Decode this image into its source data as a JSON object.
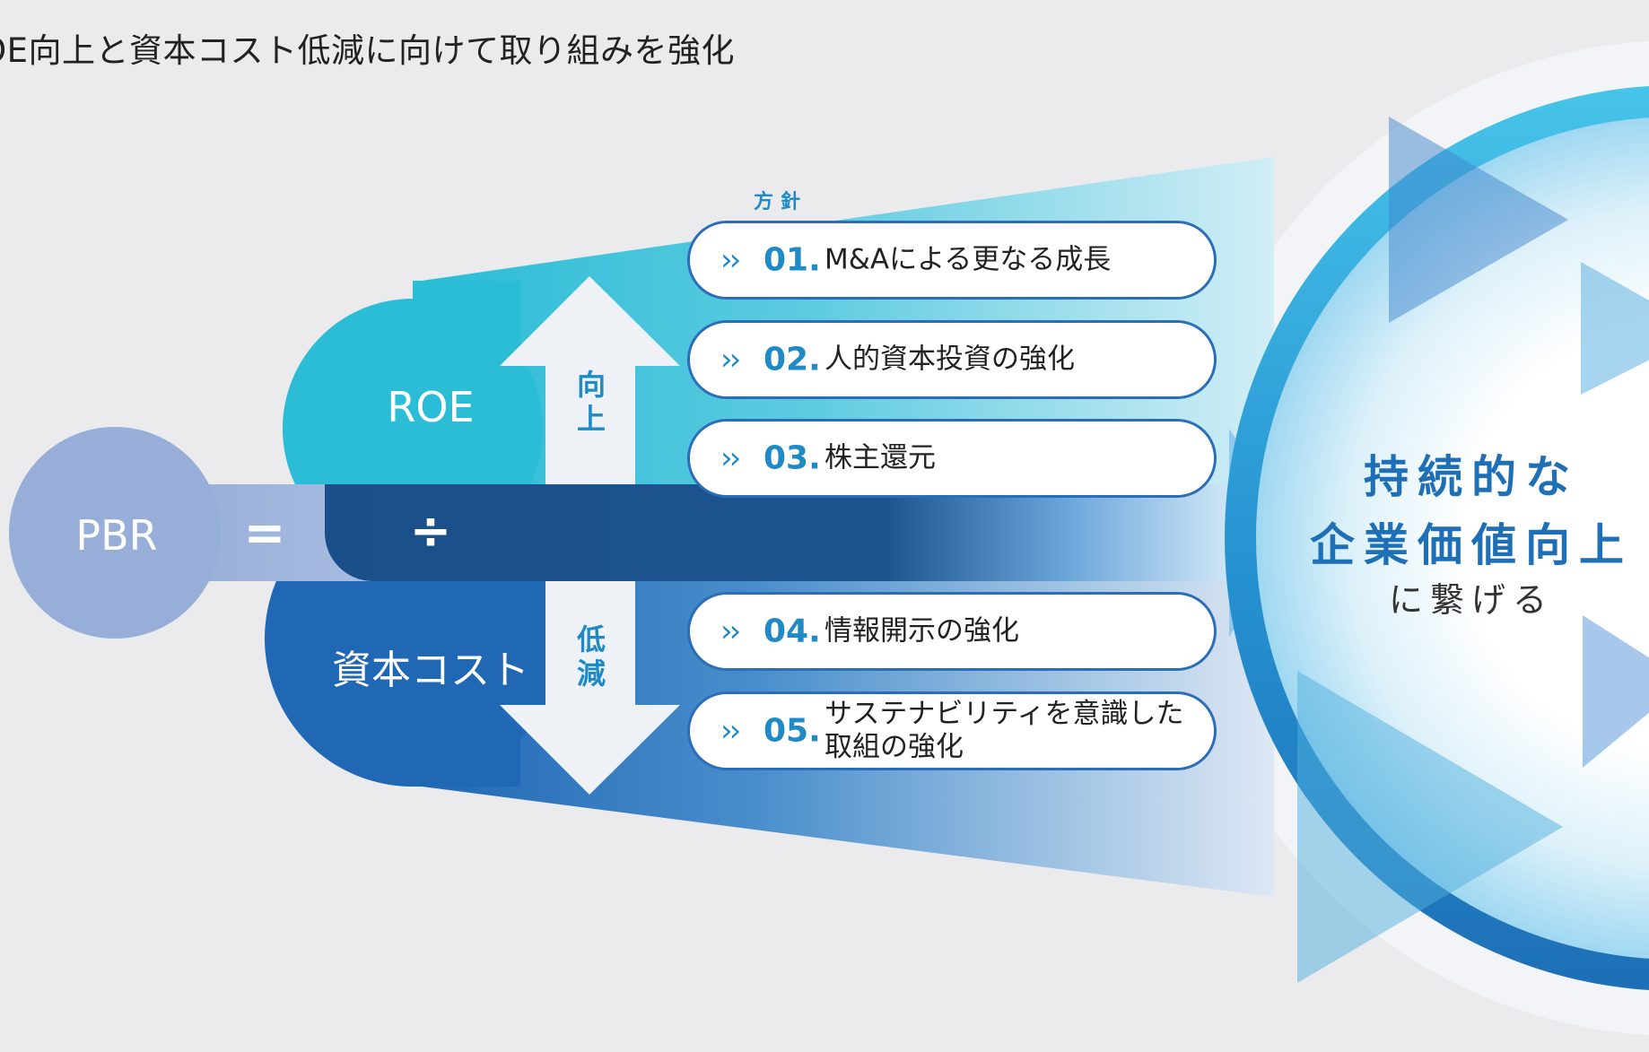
{
  "headline": "OE向上と資本コスト低減に向けて取り組みを強化",
  "formula": {
    "pbr": "PBR",
    "equals": "=",
    "roe": "ROE",
    "divide": "÷",
    "cost_of_capital": "資本コスト",
    "up_label": [
      "向",
      "上"
    ],
    "down_label": [
      "低",
      "減"
    ]
  },
  "policies": {
    "header": "方針",
    "items": [
      {
        "number": "01.",
        "lines": [
          "M&Aによる更なる成長"
        ]
      },
      {
        "number": "02.",
        "lines": [
          "人的資本投資の強化"
        ]
      },
      {
        "number": "03.",
        "lines": [
          "株主還元"
        ]
      },
      {
        "number": "04.",
        "lines": [
          "情報開示の強化"
        ]
      },
      {
        "number": "05.",
        "lines": [
          "サステナビリティを意識した",
          "取組の強化"
        ]
      }
    ]
  },
  "goal": {
    "line1": "持続的な",
    "line2": "企業価値向上",
    "line3": "に繋げる"
  },
  "icons": {
    "chevron": "double-chevron-right-icon",
    "up_arrow": "up-arrow-icon",
    "down_arrow": "down-arrow-icon"
  },
  "colors": {
    "background": "#ebebed",
    "pbr_circle": "#97aed8",
    "roe": "#2bbcd6",
    "cost": "#2068b4",
    "divide_band": "#1b4f8a",
    "accent_text": "#1f8ac6",
    "goal_text": "#1e6fb5"
  }
}
